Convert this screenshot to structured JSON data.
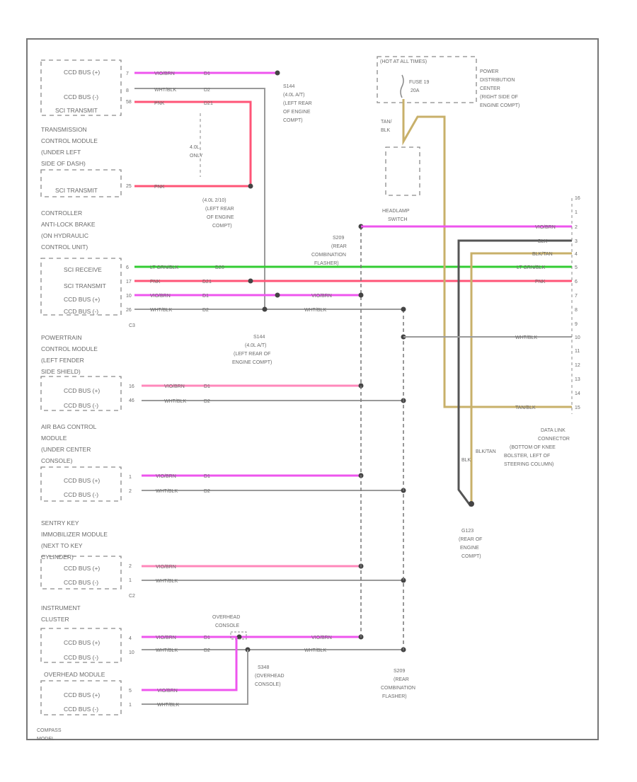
{
  "colors": {
    "vio_brn": "#ee55ee",
    "wht_blk": "#aaaaaa",
    "pnk": "#ff5577",
    "lt_grn_blk": "#33cc33",
    "tan_blk": "#c8b06a",
    "blk": "#555555",
    "blk_tan": "#c8b06a"
  },
  "modules": {
    "transmission": {
      "pins": [
        "CCD BUS (+)",
        "CCD BUS (-)",
        "SCI TRANSMIT"
      ],
      "name_lines": [
        "TRANSMISSION",
        "CONTROL MODULE",
        "(UNDER LEFT",
        "SIDE OF DASH)"
      ],
      "pin2": "SCI TRANSMIT"
    },
    "abs": {
      "name_lines": [
        "CONTROLLER",
        "ANTI-LOCK BRAKE",
        "(ON HYDRAULIC",
        "CONTROL UNIT)"
      ],
      "pins": [
        "SCI RECEIVE",
        "SCI TRANSMIT",
        "CCD BUS (+)",
        "CCD BUS (-)"
      ],
      "connector": "C3"
    },
    "pcm": {
      "name_lines": [
        "POWERTRAIN",
        "CONTROL MODULE",
        "(LEFT FENDER",
        "SIDE SHIELD)"
      ],
      "pins": [
        "CCD BUS (+)",
        "CCD BUS (-)"
      ]
    },
    "airbag": {
      "name_lines": [
        "AIR BAG CONTROL",
        "MODULE",
        "(UNDER CENTER",
        "CONSOLE)"
      ],
      "pins": [
        "CCD BUS (+)",
        "CCD BUS (-)"
      ]
    },
    "skim": {
      "name_lines": [
        "SENTRY KEY",
        "IMMOBILIZER MODULE",
        "(NEXT TO KEY",
        "CYLINDER)"
      ],
      "pins": [
        "CCD BUS (+)",
        "CCD BUS (-)"
      ],
      "connector": "C2"
    },
    "cluster": {
      "name_lines": [
        "INSTRUMENT",
        "CLUSTER"
      ],
      "pins": [
        "CCD BUS (+)",
        "CCD BUS (-)"
      ]
    },
    "overhead": {
      "name": "OVERHEAD MODULE",
      "pins": [
        "CCD BUS (+)",
        "CCD BUS (-)"
      ]
    }
  },
  "pin_numbers": {
    "t1": "7",
    "t2": "8",
    "t3": "58",
    "t4": "25",
    "a1": "6",
    "a2": "17",
    "a3": "10",
    "a4": "26",
    "p1": "16",
    "p2": "46",
    "b1": "1",
    "b2": "2",
    "s1": "2",
    "s2": "1",
    "c1": "4",
    "c2": "10",
    "o1": "5",
    "o2": "1"
  },
  "wire_labels": {
    "vio_brn": "VIO/BRN",
    "wht_blk": "WHT/BLK",
    "pnk": "PNK",
    "lt_grn_blk": "LT GRN/BLK",
    "tan_blk": "TAN/BLK",
    "blk": "BLK",
    "blk_tan": "BLK/TAN"
  },
  "circuit_codes": {
    "d1": "D1",
    "d2": "D2",
    "d21": "D21",
    "d20": "D20"
  },
  "splices": {
    "s144_top": [
      "S144",
      "(4.0L A/T)",
      "(LEFT REAR",
      "OF ENGINE",
      "COMPT)"
    ],
    "s144_mid": [
      "S144",
      "(4.0L A/T)",
      "(LEFT REAR OF",
      "ENGINE COMPT)"
    ],
    "s134": [
      "(4.0L 2/10)",
      "(LEFT REAR",
      "OF ENGINE",
      "COMPT)"
    ],
    "s209_top": [
      "S209",
      "(REAR",
      "COMBINATION",
      "FLASHER)"
    ],
    "s209_bottom": [
      "S209",
      "(REAR",
      "COMBINATION",
      "FLASHER)"
    ],
    "s348": [
      "S348",
      "(OVERHEAD",
      "CONSOLE)"
    ],
    "overhead_console": [
      "OVERHEAD",
      "CONSOLE"
    ],
    "only_label": [
      "4.0L",
      "ONLY"
    ]
  },
  "ground": {
    "name_lines": [
      "G123",
      "(REAR OF",
      "ENGINE",
      "COMPT)"
    ]
  },
  "power": {
    "hot": "(HOT AT ALL TIMES)",
    "fuse": [
      "FUSE 19",
      "20A"
    ],
    "pdc": [
      "POWER",
      "DISTRIBUTION",
      "CENTER",
      "(RIGHT SIDE OF",
      "ENGINE COMPT)"
    ],
    "wire": [
      "TAN/",
      "BLK"
    ],
    "headlamp_switch": [
      "HEADLAMP",
      "SWITCH"
    ]
  },
  "dlc": {
    "name_lines": [
      "DATA LINK",
      "CONNECTOR",
      "(BOTTOM OF KNEE",
      "BOLSTER, LEFT OF",
      "STEERING COLUMN)"
    ],
    "pins": [
      "1",
      "2",
      "3",
      "4",
      "5",
      "6",
      "7",
      "8",
      "9",
      "10",
      "11",
      "12",
      "13",
      "14",
      "15",
      "16"
    ]
  },
  "footer": {
    "line1": "COMPASS",
    "line2": "MODEL"
  }
}
